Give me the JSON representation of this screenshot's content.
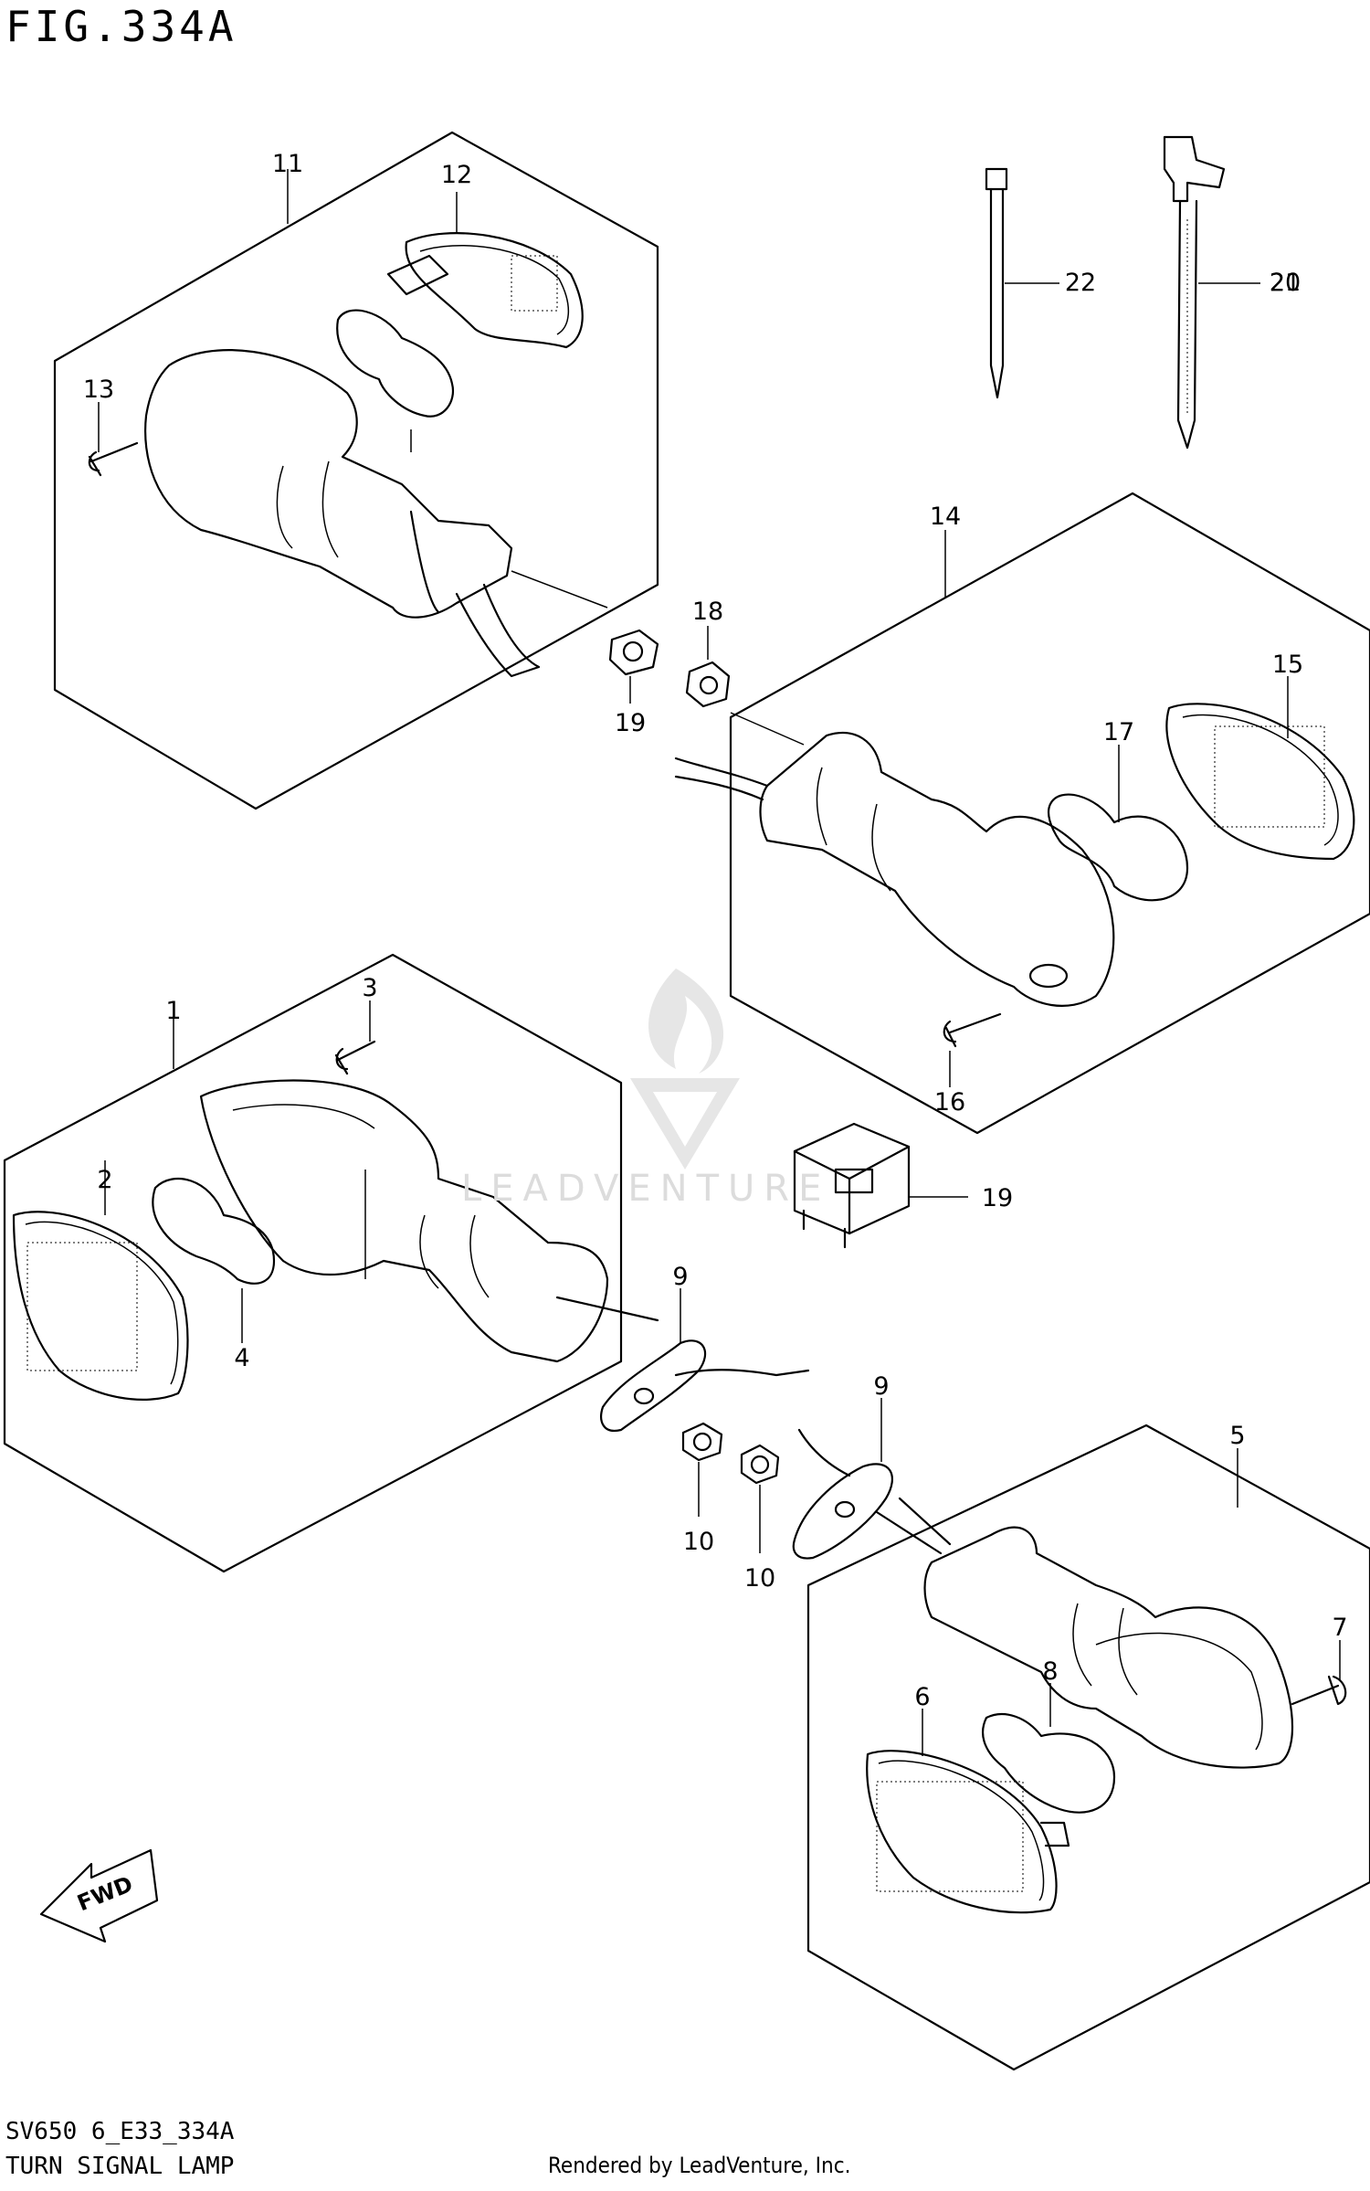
{
  "figure": {
    "title": "FIG.334A",
    "code": "SV650 6_E33_334A",
    "name": "TURN SIGNAL LAMP",
    "rendered_by": "Rendered by LeadVenture, Inc.",
    "watermark": "LEADVENTURE",
    "fwd_label": "FWD"
  },
  "callouts": [
    "1",
    "2",
    "3",
    "4",
    "5",
    "6",
    "7",
    "8",
    "9",
    "9",
    "10",
    "10",
    "11",
    "12",
    "13",
    "14",
    "15",
    "16",
    "17",
    "18",
    "19",
    "19",
    "20",
    "21",
    "22"
  ]
}
